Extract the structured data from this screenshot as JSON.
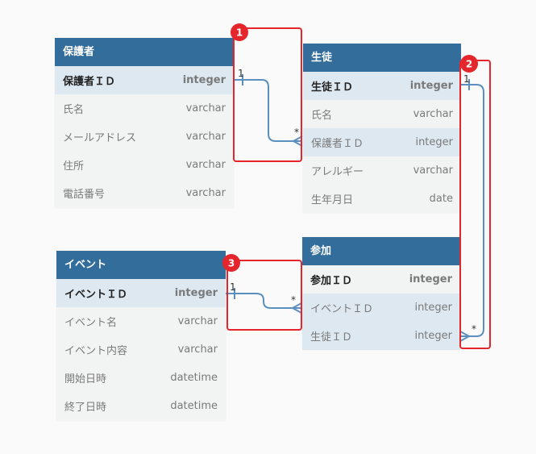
{
  "tables": {
    "guardian": {
      "title": "保護者",
      "rows": [
        {
          "name": "保護者ＩＤ",
          "type": "integer"
        },
        {
          "name": "氏名",
          "type": "varchar"
        },
        {
          "name": "メールアドレス",
          "type": "varchar"
        },
        {
          "name": "住所",
          "type": "varchar"
        },
        {
          "name": "電話番号",
          "type": "varchar"
        }
      ]
    },
    "student": {
      "title": "生徒",
      "rows": [
        {
          "name": "生徒ＩＤ",
          "type": "integer"
        },
        {
          "name": "氏名",
          "type": "varchar"
        },
        {
          "name": "保護者ＩＤ",
          "type": "integer"
        },
        {
          "name": "アレルギー",
          "type": "varchar"
        },
        {
          "name": "生年月日",
          "type": "date"
        }
      ]
    },
    "event": {
      "title": "イベント",
      "rows": [
        {
          "name": "イベントＩＤ",
          "type": "integer"
        },
        {
          "name": "イベント名",
          "type": "varchar"
        },
        {
          "name": "イベント内容",
          "type": "varchar"
        },
        {
          "name": "開始日時",
          "type": "datetime"
        },
        {
          "name": "終了日時",
          "type": "datetime"
        }
      ]
    },
    "participation": {
      "title": "参加",
      "rows": [
        {
          "name": "参加ＩＤ",
          "type": "integer"
        },
        {
          "name": "イベントＩＤ",
          "type": "integer"
        },
        {
          "name": "生徒ＩＤ",
          "type": "integer"
        }
      ]
    }
  },
  "relations": [
    {
      "badge": "1",
      "one": "1",
      "many": "*"
    },
    {
      "badge": "2",
      "one": "1",
      "many": "*"
    },
    {
      "badge": "3",
      "one": "1",
      "many": "*"
    }
  ],
  "colors": {
    "header": "#336d9b",
    "connector": "#5b8fc0",
    "highlight": "#e4262c"
  }
}
